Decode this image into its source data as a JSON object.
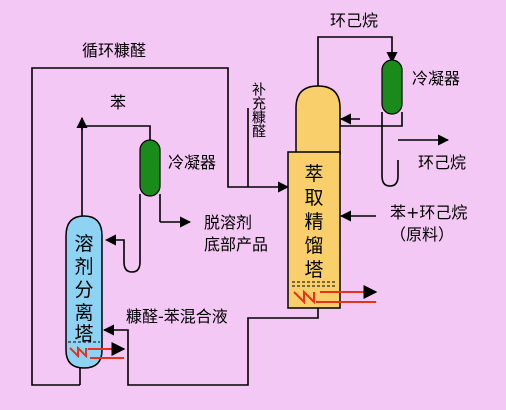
{
  "colors": {
    "background": "#f4c8f4",
    "extractive_column": "#f8cf6a",
    "separation_column": "#8fd3f4",
    "condenser": "#1a8a1a",
    "heater": "#e8331c",
    "line": "#000000"
  },
  "labels": {
    "recycle_furfural": "循环糠醛",
    "benzene": "苯",
    "makeup_furfural": "补充糠醛",
    "condenser_left": "冷凝器",
    "condenser_right": "冷凝器",
    "cyclohexane_top": "环己烷",
    "cyclohexane_right": "环己烷",
    "desolvent": "脱溶剂",
    "bottom_product": "底部产品",
    "feed_line1": "苯+环己烷",
    "feed_line2": "（原料）",
    "mixture": "糠醛-苯混合液"
  },
  "columns": {
    "extractive": [
      "萃",
      "取",
      "精",
      "馏",
      "塔"
    ],
    "separation": [
      "溶",
      "剂",
      "分",
      "离",
      "塔"
    ]
  }
}
